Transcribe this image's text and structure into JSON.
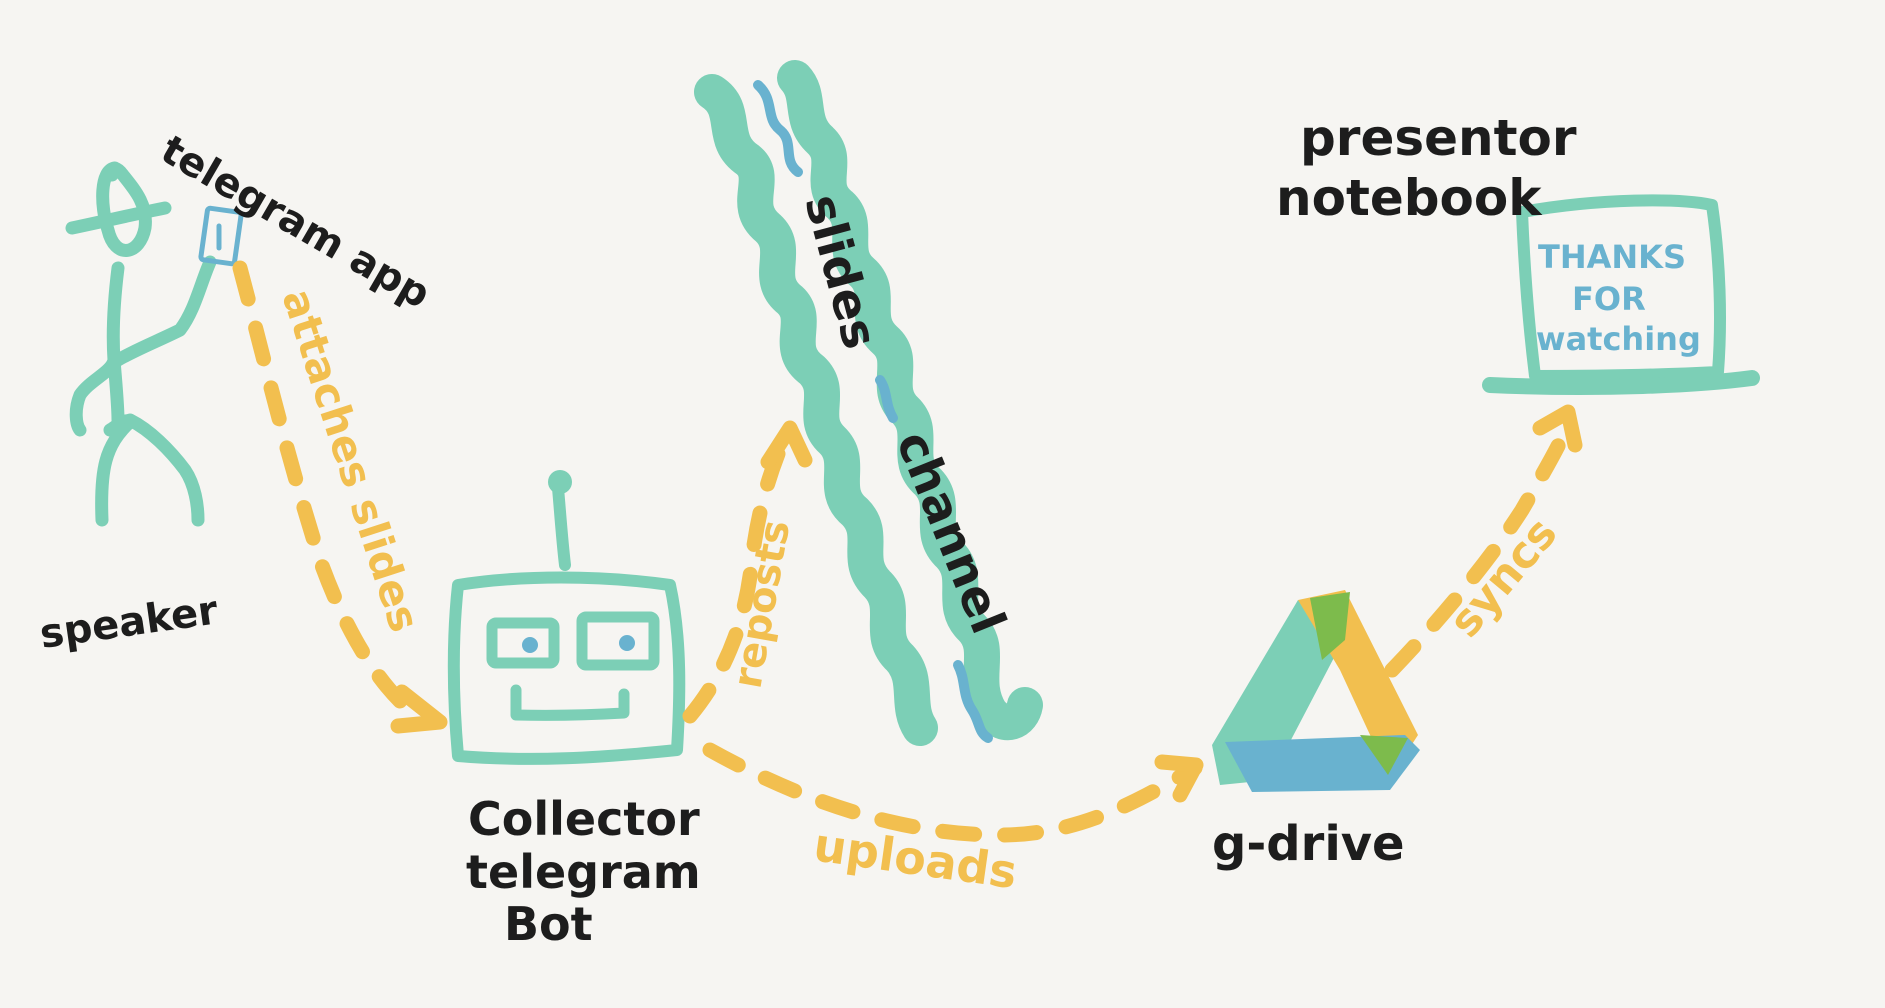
{
  "nodes": {
    "speaker": {
      "label": "speaker"
    },
    "telegram_app": {
      "label": "telegram app"
    },
    "bot": {
      "label_line1": "Collector",
      "label_line2": "telegram",
      "label_line3": "Bot"
    },
    "channel": {
      "label_word1": "slides",
      "label_word2": "channel"
    },
    "gdrive": {
      "label": "g-drive"
    },
    "notebook": {
      "label_line1": "presentor",
      "label_line2": "notebook",
      "screen_line1": "THANKS",
      "screen_line2": "FOR",
      "screen_line3": "watching"
    }
  },
  "edges": {
    "attaches": {
      "label": "attaches slides"
    },
    "reposts": {
      "label": "reposts"
    },
    "uploads": {
      "label": "uploads"
    },
    "syncs": {
      "label": "syncs"
    }
  },
  "colors": {
    "background": "#f6f5f2",
    "teal": "#7ccfb6",
    "blue": "#69b2cf",
    "orange": "#f2bf4f",
    "dark": "#1d1d1d",
    "drive_green": "#7dbb4c",
    "drive_yellow": "#f2bf4f",
    "drive_blue": "#69b2cf"
  }
}
